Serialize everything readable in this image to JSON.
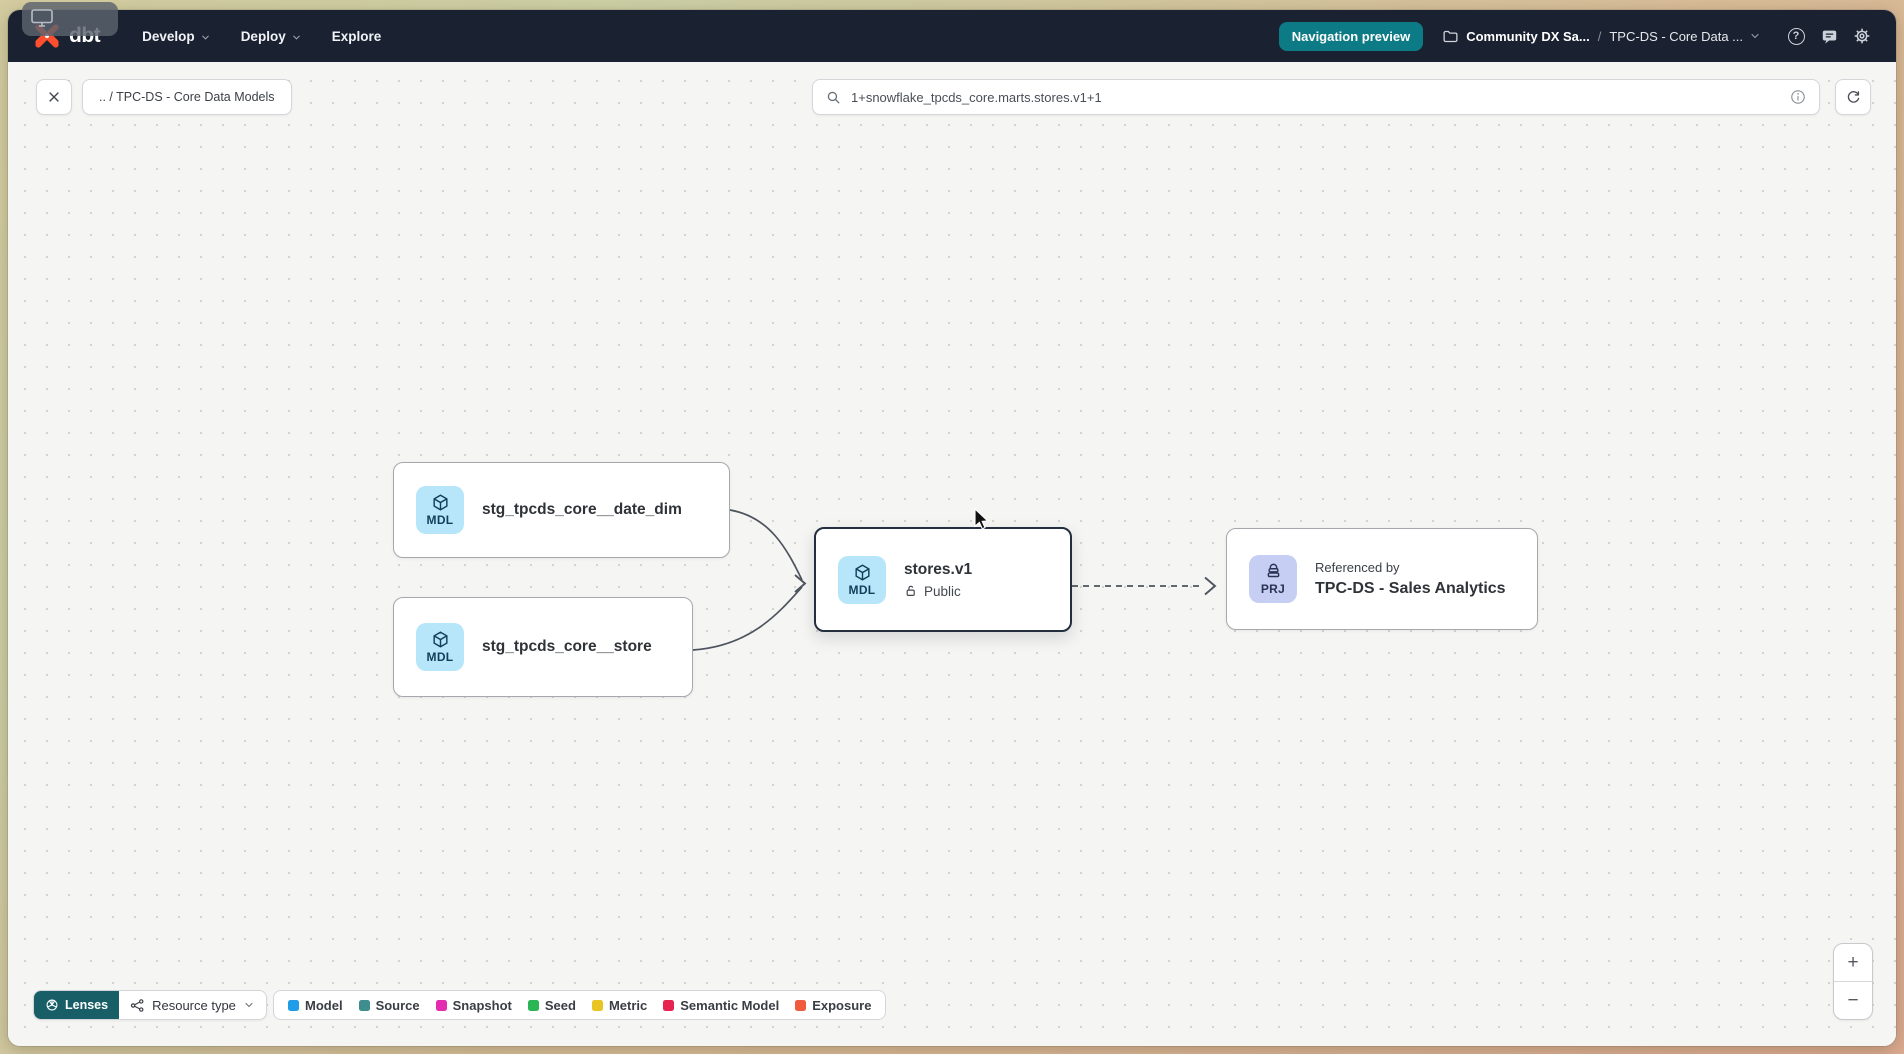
{
  "colors": {
    "accent_teal": "#0d7b85",
    "lenses_teal": "#175e66",
    "brand_orange": "#ff4f2e",
    "selected_border": "#232f3e"
  },
  "icons": {
    "help_glyph": "?"
  },
  "navbar": {
    "logo_text": "dbt",
    "develop_label": "Develop",
    "deploy_label": "Deploy",
    "explore_label": "Explore",
    "preview_badge_label": "Navigation preview",
    "account_name": "Community DX Sa...",
    "breadcrumb_separator": "/",
    "project_name": "TPC-DS - Core Data ..."
  },
  "toolbar": {
    "path_pill_label": ".. / TPC-DS - Core Data Models",
    "search_value": "1+snowflake_tpcds_core.marts.stores.v1+1"
  },
  "graph": {
    "nodes": [
      {
        "badge": "MDL",
        "label": "stg_tpcds_core__date_dim"
      },
      {
        "badge": "MDL",
        "label": "stg_tpcds_core__store"
      },
      {
        "badge": "MDL",
        "label": "stores.v1",
        "access_label": "Public"
      },
      {
        "badge": "PRJ",
        "kicker": "Referenced by",
        "label": "TPC-DS - Sales Analytics"
      }
    ]
  },
  "footer": {
    "lenses_label": "Lenses",
    "resource_type_label": "Resource type",
    "legend": [
      {
        "label": "Model",
        "color": "#1f9de8"
      },
      {
        "label": "Source",
        "color": "#3f8e8e"
      },
      {
        "label": "Snapshot",
        "color": "#e32cb0"
      },
      {
        "label": "Seed",
        "color": "#2bb656"
      },
      {
        "label": "Metric",
        "color": "#eac421"
      },
      {
        "label": "Semantic Model",
        "color": "#e72450"
      },
      {
        "label": "Exposure",
        "color": "#f05b3e"
      }
    ]
  },
  "zoom_controls": {
    "zoom_in_label": "+",
    "zoom_out_label": "−"
  }
}
